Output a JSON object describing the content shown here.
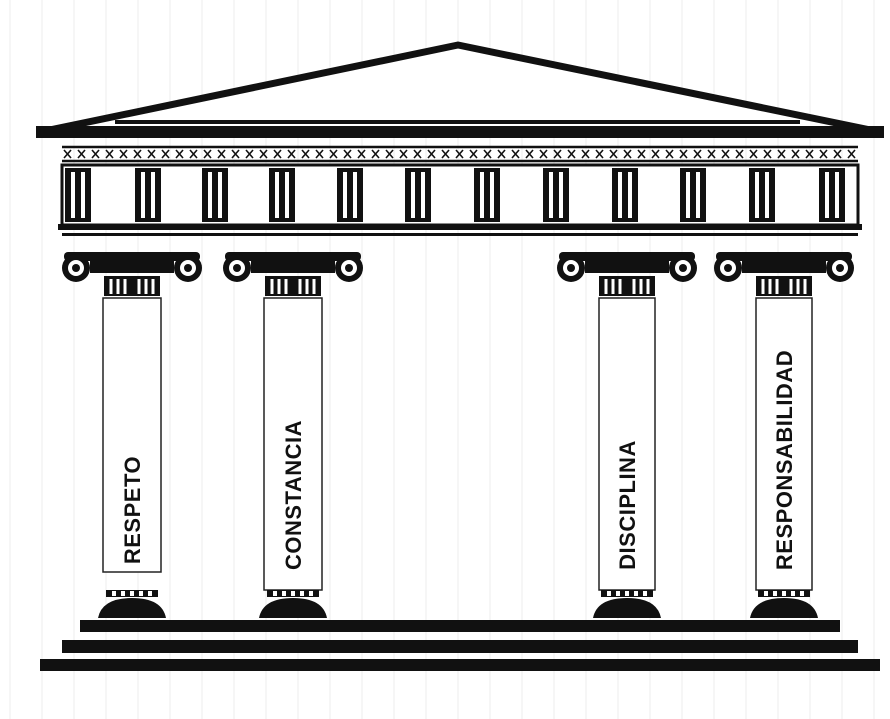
{
  "diagram": {
    "pillars": [
      {
        "label": "RESPETO"
      },
      {
        "label": "CONSTANCIA"
      },
      {
        "label": "DISCIPLINA"
      },
      {
        "label": "RESPONSABILIDAD"
      }
    ]
  }
}
